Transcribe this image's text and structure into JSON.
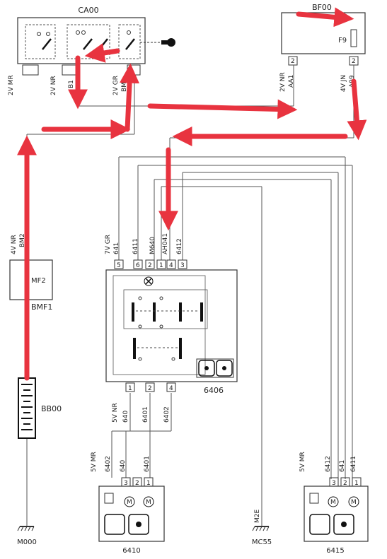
{
  "colors": {
    "wire": "#555555",
    "arrow": "#e8333f",
    "ink": "#222222",
    "box": "#333333"
  },
  "components": {
    "ca00": {
      "label": "CA00"
    },
    "bf00": {
      "label": "BF00",
      "fuse": "F9",
      "pin_left": "2",
      "pin_right": "2"
    },
    "bmf1": {
      "label": "BMF1",
      "fuse": "MF2"
    },
    "bb00": {
      "label": "BB00"
    },
    "relay": {
      "label": "6406",
      "top_pins": [
        "5",
        "6",
        "2",
        "1",
        "4",
        "3"
      ],
      "bottom_pins": [
        "1",
        "2",
        "4"
      ]
    },
    "motor_left": {
      "label": "6410",
      "pins": [
        "3",
        "2",
        "1"
      ]
    },
    "motor_right": {
      "label": "6415",
      "pins": [
        "3",
        "2",
        "1"
      ]
    }
  },
  "grounds": {
    "left": "M000",
    "right": "MC55",
    "m2e": "M2E"
  },
  "wires": {
    "ca00_1": "2V MR",
    "ca00_2": "2V NR",
    "ca00_2b": "B1",
    "ca00_3": "2V GR",
    "ca00_3b": "BM2",
    "bf_left": "2V NR",
    "bf_left_b": "AA1",
    "bf_right": "4V JN",
    "bf_right_b": "A09",
    "bmf_top": "4V NR",
    "bmf_top_b": "BM2",
    "relay_top_color": "7V GR",
    "relay_top": [
      "641",
      "6411",
      "M640",
      "AH041",
      "6412"
    ],
    "relay_bot_color": "5V NR",
    "relay_bot": [
      "640",
      "6401",
      "6402"
    ],
    "ml_color": "5V MR",
    "ml": [
      "6402",
      "640",
      "6401"
    ],
    "mr_color": "5V MR",
    "mr": [
      "6412",
      "641",
      "6411"
    ]
  }
}
